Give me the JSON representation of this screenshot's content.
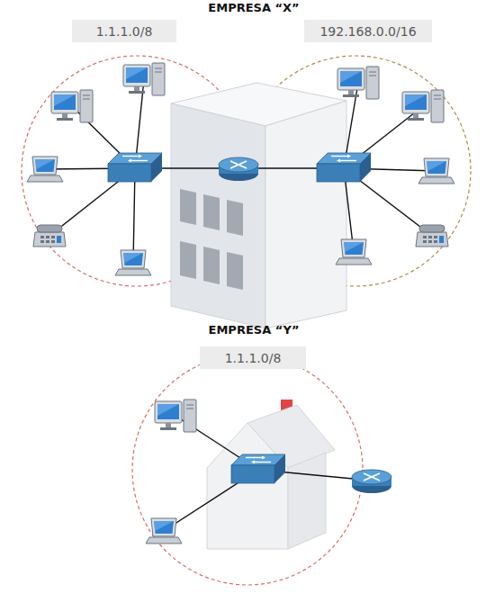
{
  "diagram": {
    "nodes": [
      {
        "text": [
          "1.1.1.0/8"
        ]
      },
      {
        "text": [
          "192.168.0.0/16"
        ]
      },
      {
        "text": [
          "1.1.1.0/8"
        ]
      }
    ],
    "labels": [
      "EMPRESA “X”",
      "EMPRESA “Y”"
    ]
  }
}
